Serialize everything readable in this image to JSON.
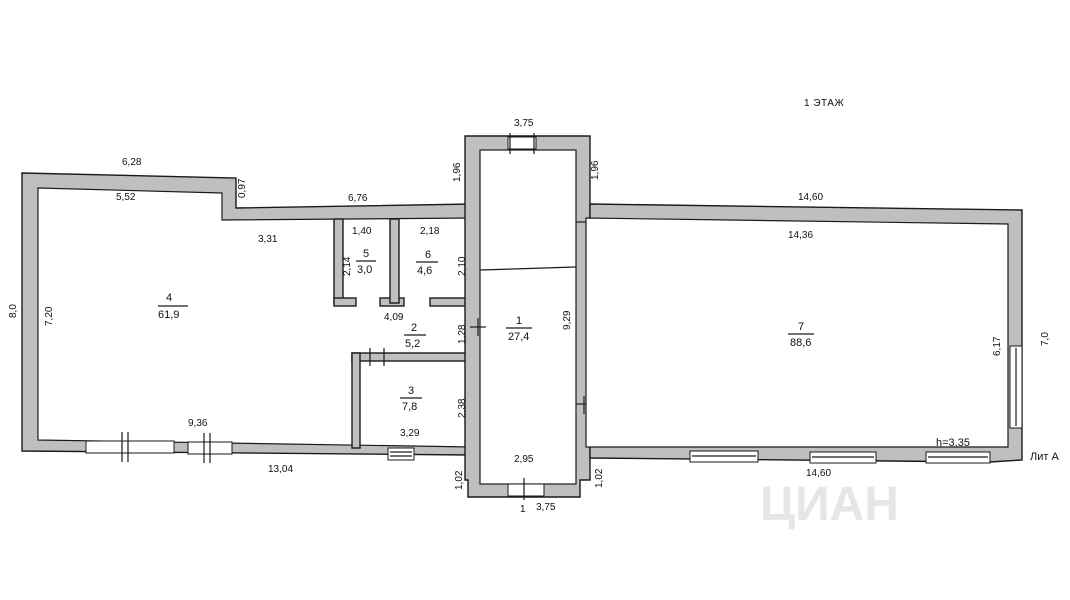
{
  "plan": {
    "title": "1 ЭТАЖ",
    "lit": "Лит А",
    "height": "h=3,35",
    "watermark": "ЦИАН"
  },
  "rooms": [
    {
      "id": "1",
      "area": "27,4"
    },
    {
      "id": "2",
      "area": "5,2"
    },
    {
      "id": "3",
      "area": "7,8"
    },
    {
      "id": "4",
      "area": "61,9"
    },
    {
      "id": "5",
      "area": "3,0"
    },
    {
      "id": "6",
      "area": "4,6"
    },
    {
      "id": "7",
      "area": "88,6"
    }
  ],
  "dims": {
    "d_6_28": "6,28",
    "d_5_52": "5,52",
    "d_0_97": "0,97",
    "d_6_76": "6,76",
    "d_3_31": "3,31",
    "d_8_0": "8,0",
    "d_7_20": "7,20",
    "d_9_36": "9,36",
    "d_13_04": "13,04",
    "d_1_40": "1,40",
    "d_2_18": "2,18",
    "d_2_14": "2,14",
    "d_2_10": "2,10",
    "d_4_09": "4,09",
    "d_1_28": "1,28",
    "d_2_38": "2,38",
    "d_3_29": "3,29",
    "d_3_75_top": "3,75",
    "d_1_96_l": "1,96",
    "d_1_96_r": "1,96",
    "d_9_29": "9,29",
    "d_2_95": "2,95",
    "d_1_02_l": "1,02",
    "d_1_02_r": "1,02",
    "d_3_75_bot": "3,75",
    "d_1_bot": "1",
    "d_14_60_top": "14,60",
    "d_14_36": "14,36",
    "d_6_17": "6,17",
    "d_7_0": "7,0",
    "d_14_60_bot": "14,60"
  }
}
